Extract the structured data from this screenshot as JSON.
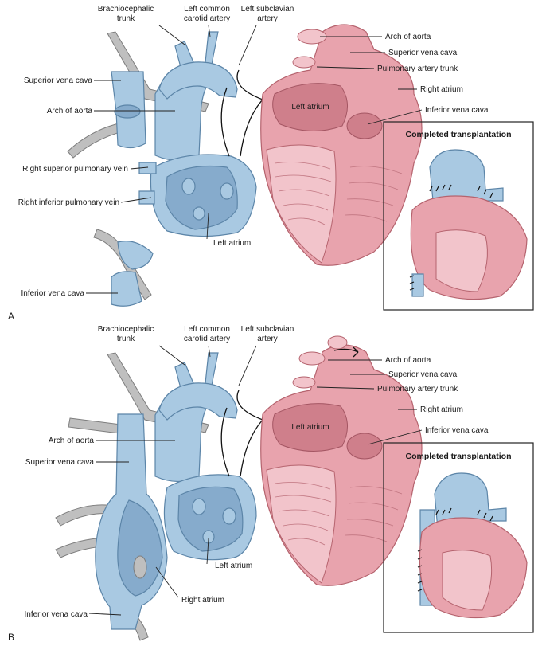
{
  "panel_a": {
    "letter": "A",
    "labels": {
      "brachiocephalic_1": "Brachiocephalic",
      "brachiocephalic_2": "trunk",
      "left_common_carotid_1": "Left common",
      "left_common_carotid_2": "carotid artery",
      "left_subclavian_1": "Left subclavian",
      "left_subclavian_2": "artery",
      "superior_vena_cava_left": "Superior vena cava",
      "arch_of_aorta_left": "Arch of aorta",
      "right_superior_pulmonary_vein": "Right superior pulmonary vein",
      "right_inferior_pulmonary_vein": "Right inferior pulmonary vein",
      "left_atrium_recipient": "Left atrium",
      "inferior_vena_cava_left": "Inferior vena cava",
      "left_atrium_donor": "Left atrium",
      "arch_of_aorta_right": "Arch of aorta",
      "superior_vena_cava_right": "Superior vena cava",
      "pulmonary_artery_trunk": "Pulmonary artery trunk",
      "right_atrium_right": "Right atrium",
      "inferior_vena_cava_right": "Inferior vena cava"
    },
    "inset_title": "Completed transplantation"
  },
  "panel_b": {
    "letter": "B",
    "labels": {
      "brachiocephalic_1": "Brachiocephalic",
      "brachiocephalic_2": "trunk",
      "left_common_carotid_1": "Left common",
      "left_common_carotid_2": "carotid artery",
      "left_subclavian_1": "Left subclavian",
      "left_subclavian_2": "artery",
      "arch_of_aorta_left": "Arch of aorta",
      "superior_vena_cava_left": "Superior vena cava",
      "left_atrium_recipient": "Left atrium",
      "right_atrium_recipient": "Right atrium",
      "inferior_vena_cava_left": "Inferior vena cava",
      "left_atrium_donor": "Left atrium",
      "arch_of_aorta_right": "Arch of aorta",
      "superior_vena_cava_right": "Superior vena cava",
      "pulmonary_artery_trunk": "Pulmonary artery trunk",
      "right_atrium_right": "Right atrium",
      "inferior_vena_cava_right": "Inferior vena cava"
    },
    "inset_title": "Completed transplantation"
  }
}
